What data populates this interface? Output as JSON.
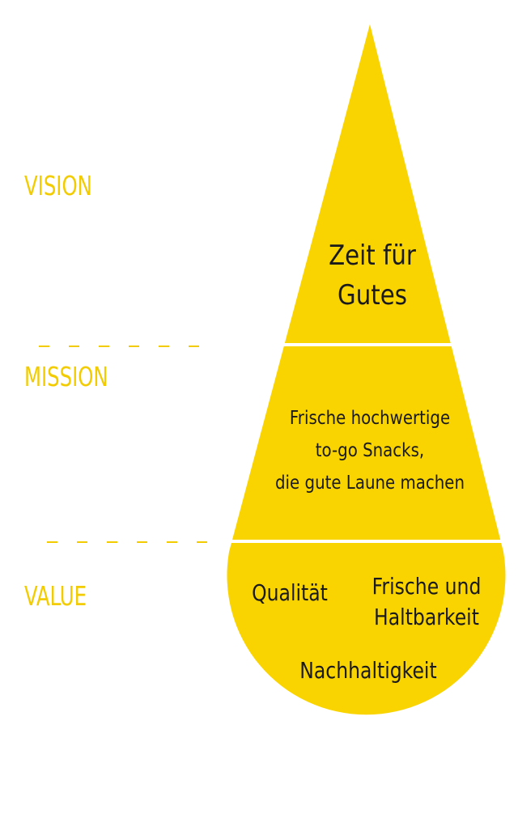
{
  "labels": {
    "vision": "VISION",
    "mission": "MISSION",
    "value": "VALUE"
  },
  "vision_text_lines": [
    "Zeit für",
    "Gutes"
  ],
  "mission_text_lines": [
    "Frische hochwertige",
    "to-go Snacks,",
    "die gute Laune machen"
  ],
  "values": {
    "qualitaet": "Qualität",
    "frische_lines": [
      "Frische und",
      "Haltbarkeit"
    ],
    "nachhaltigkeit": "Nachhaltigkeit"
  },
  "colors": {
    "shape_fill": "#f9d400",
    "label_color": "#f2cc00",
    "text_color": "#1a1a1a",
    "separator": "#ffffff",
    "dash_color": "#f2cc00"
  }
}
